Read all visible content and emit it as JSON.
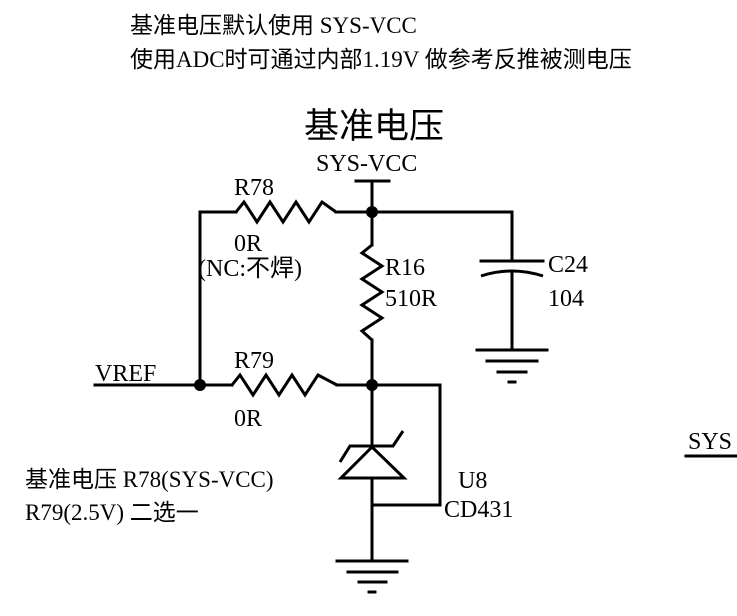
{
  "notes": {
    "line1": "基准电压默认使用 SYS-VCC",
    "line2": "使用ADC时可通过内部1.19V 做参考反推被测电压"
  },
  "title": "基准电压",
  "power_net": "SYS-VCC",
  "components": {
    "r78": {
      "ref": "R78",
      "value": "0R",
      "note": "(NC:不焊)"
    },
    "r16": {
      "ref": "R16",
      "value": "510R"
    },
    "c24": {
      "ref": "C24",
      "value": "104"
    },
    "r79": {
      "ref": "R79",
      "value": "0R"
    },
    "u8": {
      "ref": "U8",
      "value": "CD431"
    }
  },
  "net_vref": "VREF",
  "selection_note": {
    "line1": "基准电压 R78(SYS-VCC)",
    "line2": "R79(2.5V) 二选一"
  },
  "offpage_label": "SYS",
  "colors": {
    "ink": "#000000",
    "background": "#ffffff"
  }
}
